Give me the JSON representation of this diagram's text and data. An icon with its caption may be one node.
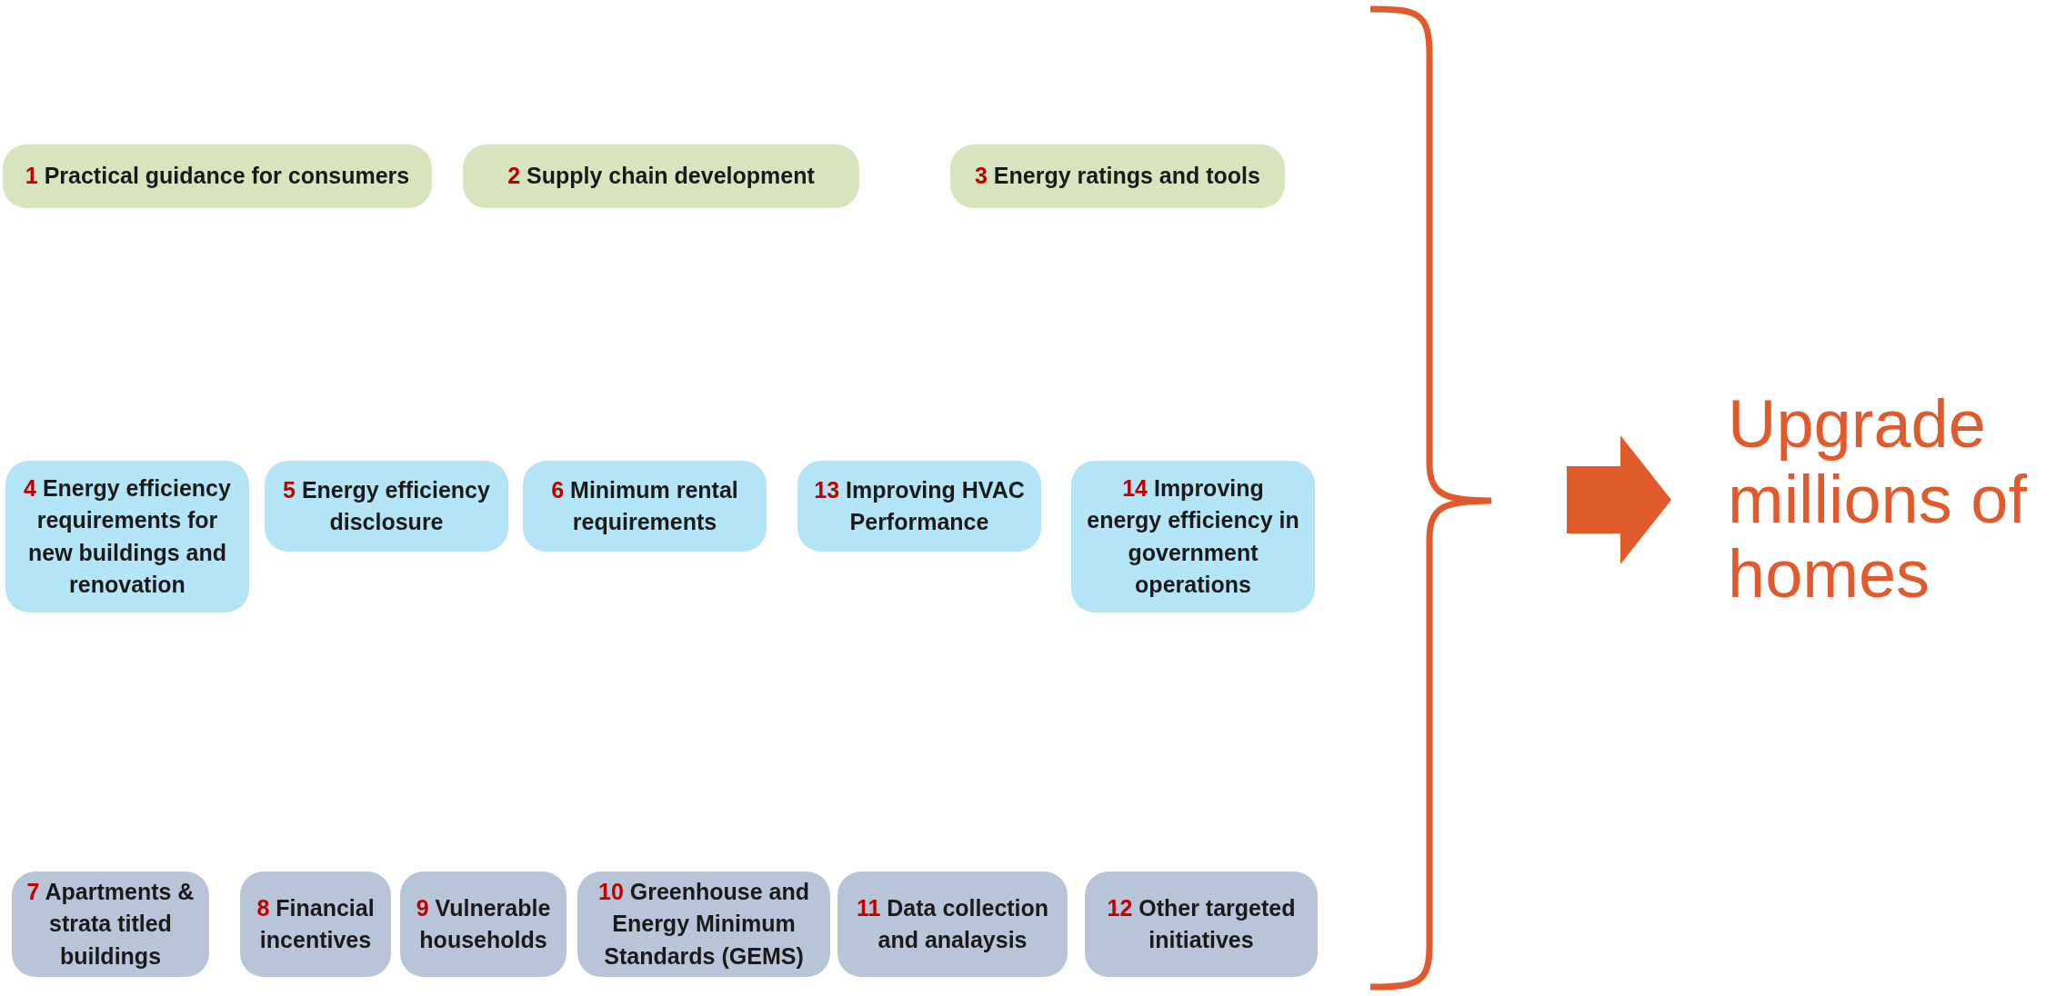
{
  "diagram": {
    "nodes": [
      {
        "text": [
          "1 Practical guidance for consumers"
        ]
      },
      {
        "text": [
          "2 Supply chain development"
        ]
      },
      {
        "text": [
          "3 Energy ratings and tools"
        ]
      },
      {
        "text": [
          "4 Energy efficiency requirements for new buildings and renovation"
        ]
      },
      {
        "text": [
          "5 Energy efficiency disclosure"
        ]
      },
      {
        "text": [
          "6 Minimum rental requirements"
        ]
      },
      {
        "text": [
          "13 Improving HVAC Performance"
        ]
      },
      {
        "text": [
          "14 Improving energy efficiency in government operations"
        ]
      },
      {
        "text": [
          "7 Apartments & strata titled buildings"
        ]
      },
      {
        "text": [
          "8 Financial incentives"
        ]
      },
      {
        "text": [
          "9 Vulnerable households"
        ]
      },
      {
        "text": [
          "10 Greenhouse and Energy Minimum Standards (GEMS)"
        ]
      },
      {
        "text": [
          "11 Data collection and analaysis"
        ]
      },
      {
        "text": [
          "12 Other targeted initiatives"
        ]
      },
      {
        "text": [
          "Upgrade millions of homes"
        ]
      }
    ],
    "edges": [
      {
        "from": null,
        "to": 14,
        "arrow": "to"
      }
    ]
  }
}
